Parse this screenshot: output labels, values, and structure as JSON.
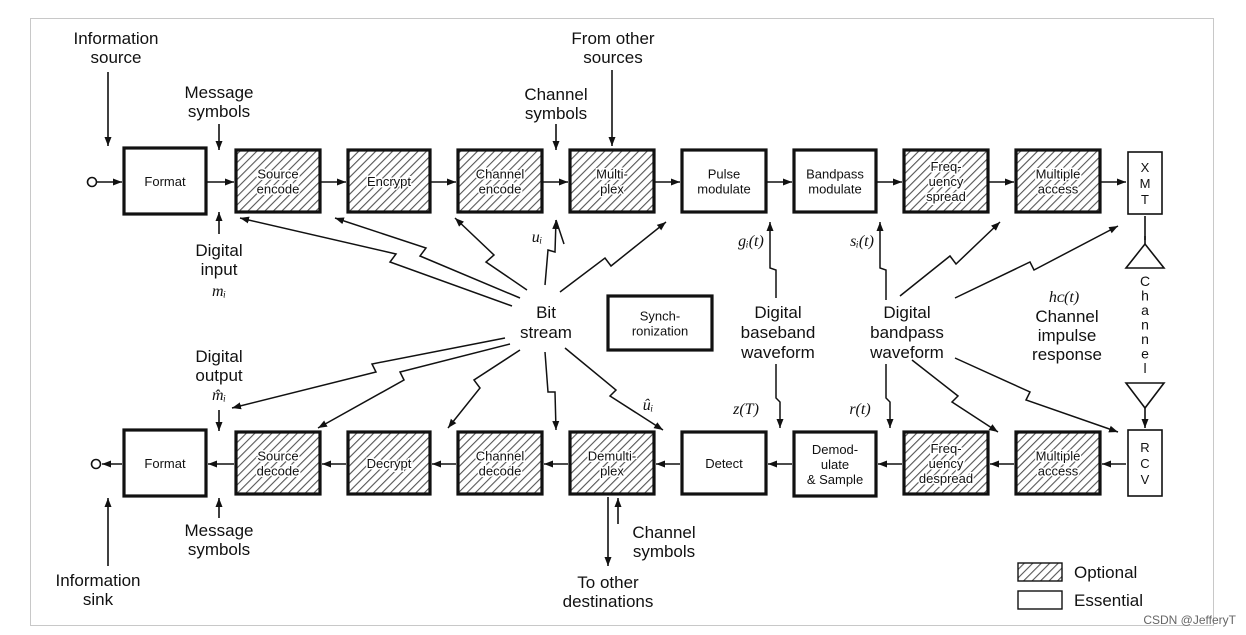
{
  "blocks": {
    "format_tx": "Format",
    "source_encode": [
      "Source",
      "encode"
    ],
    "encrypt": "Encrypt",
    "channel_encode": [
      "Channel",
      "encode"
    ],
    "multiplex": [
      "Multi-",
      "plex"
    ],
    "pulse_modulate": [
      "Pulse",
      "modulate"
    ],
    "bandpass_modulate": [
      "Bandpass",
      "modulate"
    ],
    "frequency_spread": [
      "Freq-",
      "uency",
      "spread"
    ],
    "multiple_access_tx": [
      "Multiple",
      "access"
    ],
    "xmt": [
      "X",
      "M",
      "T"
    ],
    "format_rx": "Format",
    "source_decode": [
      "Source",
      "decode"
    ],
    "decrypt": "Decrypt",
    "channel_decode": [
      "Channel",
      "decode"
    ],
    "demultiplex": [
      "Demulti-",
      "plex"
    ],
    "detect": "Detect",
    "demodulate_sample": [
      "Demod-",
      "ulate",
      "& Sample"
    ],
    "frequency_despread": [
      "Freq-",
      "uency",
      "despread"
    ],
    "multiple_access_rx": [
      "Multiple",
      "access"
    ],
    "rcv": [
      "R",
      "C",
      "V"
    ],
    "synchronization": [
      "Synch-",
      "ronization"
    ]
  },
  "labels": {
    "information_source": [
      "Information",
      "source"
    ],
    "message_symbols_top": [
      "Message",
      "symbols"
    ],
    "channel_symbols_top": [
      "Channel",
      "symbols"
    ],
    "from_other_sources": [
      "From other",
      "sources"
    ],
    "digital_input": [
      "Digital",
      "input"
    ],
    "m_i": "mᵢ",
    "u_i": "uᵢ",
    "g_i_t": "gᵢ(t)",
    "s_i_t": "sᵢ(t)",
    "bit_stream": [
      "Bit",
      "stream"
    ],
    "digital_baseband_waveform": [
      "Digital",
      "baseband",
      "waveform"
    ],
    "digital_bandpass_waveform": [
      "Digital",
      "bandpass",
      "waveform"
    ],
    "h_c_t": "hᴄ(t)",
    "channel_impulse_response": [
      "Channel",
      "impulse",
      "response"
    ],
    "channel_vertical": [
      "C",
      "h",
      "a",
      "n",
      "n",
      "e",
      "l"
    ],
    "digital_output": [
      "Digital",
      "output"
    ],
    "m_hat_i": "m̂ᵢ",
    "u_hat_i": "ûᵢ",
    "z_T": "z(T)",
    "r_t": "r(t)",
    "message_symbols_bottom": [
      "Message",
      "symbols"
    ],
    "channel_symbols_bottom": [
      "Channel",
      "symbols"
    ],
    "information_sink": [
      "Information",
      "sink"
    ],
    "to_other_destinations": [
      "To other",
      "destinations"
    ]
  },
  "legend": {
    "optional": "Optional",
    "essential": "Essential"
  },
  "watermark": "CSDN @JefferyT",
  "colors": {
    "ink": "#111111",
    "frame": "#c8c8c8",
    "hatch": "#555555"
  }
}
